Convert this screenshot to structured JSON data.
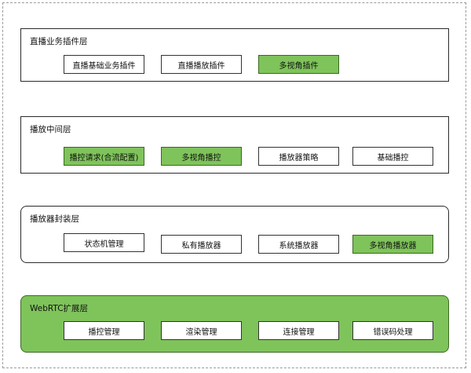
{
  "layers": [
    {
      "title": "直播业务插件层",
      "boxes": [
        {
          "label": "直播基础业务插件",
          "highlight": false
        },
        {
          "label": "直播播放插件",
          "highlight": false
        },
        {
          "label": "多视角插件",
          "highlight": true
        }
      ]
    },
    {
      "title": "播放中间层",
      "boxes": [
        {
          "label": "播控请求(合流配置)",
          "highlight": true
        },
        {
          "label": "多视角播控",
          "highlight": true
        },
        {
          "label": "播放器策略",
          "highlight": false
        },
        {
          "label": "基础播控",
          "highlight": false
        }
      ]
    },
    {
      "title": "播放器封装层",
      "boxes": [
        {
          "label": "状态机管理",
          "highlight": false
        },
        {
          "label": "私有播放器",
          "highlight": false
        },
        {
          "label": "系统播放器",
          "highlight": false
        },
        {
          "label": "多视角播放器",
          "highlight": true
        }
      ]
    },
    {
      "title": "WebRTC扩展层",
      "boxes": [
        {
          "label": "播控管理",
          "highlight": false
        },
        {
          "label": "渲染管理",
          "highlight": false
        },
        {
          "label": "连接管理",
          "highlight": false
        },
        {
          "label": "错误码处理",
          "highlight": false
        }
      ]
    }
  ],
  "colors": {
    "highlight_green": "#7fc35b",
    "border": "#333333"
  }
}
